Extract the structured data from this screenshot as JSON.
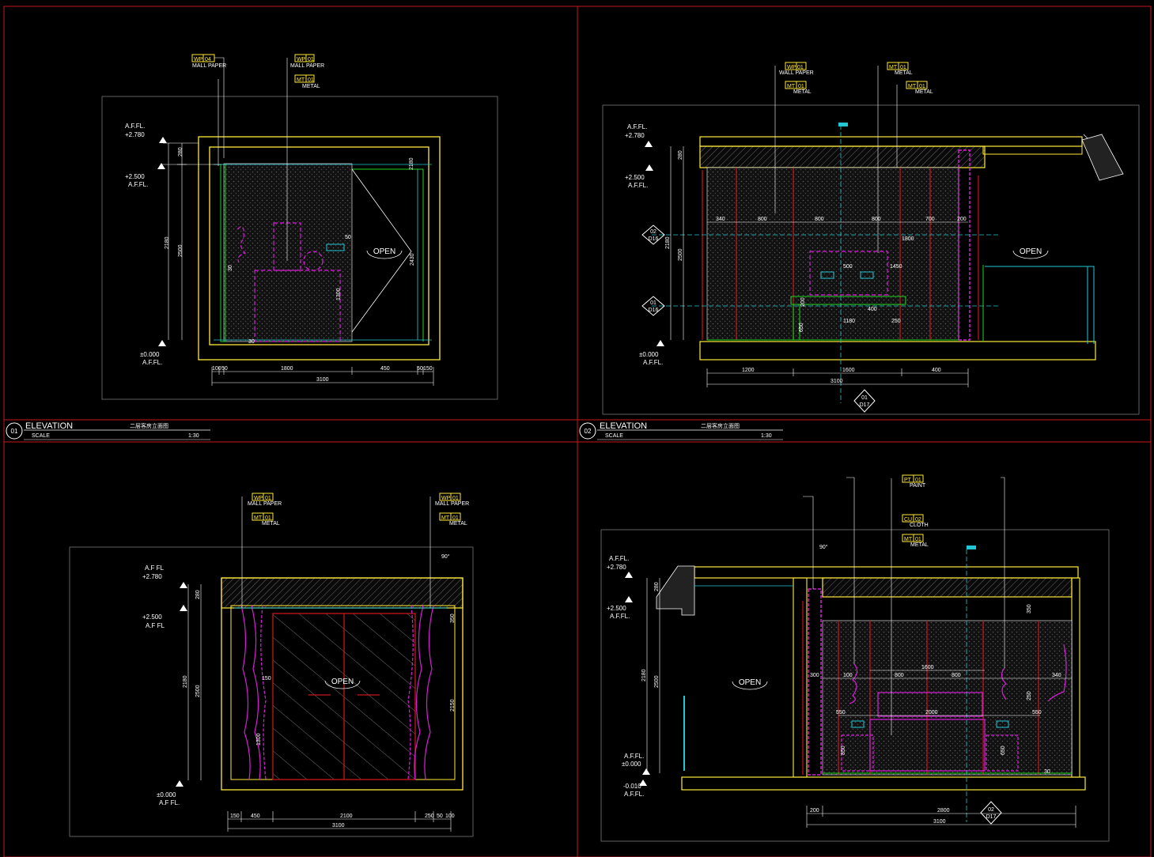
{
  "sheet": {
    "frame_color": "#c8161d",
    "wall_color": "#ffea3a",
    "finish_color": "#d81fd8",
    "guide_color": "#22c7d6",
    "dim_color": "#ffffff",
    "panel_color": "#1bd61b"
  },
  "titles": [
    {
      "number": "01",
      "word": "ELEVATION",
      "name": "二层客房立面图",
      "scale_label": "SCALE",
      "scale": "1:30"
    },
    {
      "number": "02",
      "word": "ELEVATION",
      "name": "二层客房立面图",
      "scale_label": "SCALE",
      "scale": "1:30"
    }
  ],
  "levels": {
    "ceiling": {
      "code": "A.F.FL.",
      "value": "+2.780"
    },
    "ceiling_alt": {
      "code": "A.F FL",
      "value": "+2.780"
    },
    "soffit": {
      "value": "+2.500",
      "code": "A.F.FL."
    },
    "soffit_alt": {
      "value": "+2.500",
      "code": "A.F FL"
    },
    "floor": {
      "value": "±0.000",
      "code": "A.F.FL."
    },
    "floor_alt": {
      "value": "±0.000",
      "code": "A.F FL."
    },
    "floor_minus": {
      "value": "-0.010",
      "code": "A.F.FL."
    }
  },
  "tags": {
    "wp04": {
      "code": "WP",
      "num": "04",
      "text": "MALL PAPER"
    },
    "wp01": {
      "code": "WP",
      "num": "01",
      "text": "MALL PAPER"
    },
    "wp01b": {
      "code": "WP",
      "num": "01",
      "text": "WALL PAPER"
    },
    "wp01c": {
      "code": "WP",
      "num": "01",
      "text": "MALL PAPER"
    },
    "mt01": {
      "code": "MT",
      "num": "01",
      "text": "METAL"
    },
    "pt01": {
      "code": "PT",
      "num": "01",
      "text": "PAINT"
    },
    "cu02": {
      "code": "CU",
      "num": "02",
      "text": "CLOTH"
    }
  },
  "annotations": {
    "open_label": "OPEN",
    "angle": "90°"
  },
  "dims": {
    "e1_bottom": [
      "100",
      "50",
      "1800",
      "450",
      "50",
      "150"
    ],
    "e1_total": "3100",
    "e1_left": [
      "280",
      "2500",
      "2180"
    ],
    "e1_inner": [
      "50",
      "1300",
      "2430",
      "2180",
      "30",
      "30"
    ],
    "e2_top": [
      "340",
      "800",
      "800",
      "800",
      "700",
      "200"
    ],
    "e2_mid": [
      "1800",
      "500",
      "1450",
      "200",
      "1180",
      "250",
      "400",
      "650"
    ],
    "e2_bottom": [
      "1200",
      "1600",
      "400"
    ],
    "e2_total": "3100",
    "e2_left": [
      "280",
      "2500",
      "2180"
    ],
    "e3_bottom": [
      "150",
      "450",
      "2100",
      "250",
      "50",
      "100"
    ],
    "e3_total": "3100",
    "e3_left": [
      "280",
      "2500",
      "2180"
    ],
    "e3_right": [
      "350",
      "2150",
      "1300",
      "150"
    ],
    "e4_mid": [
      "300",
      "100",
      "800",
      "1600",
      "800",
      "340"
    ],
    "e4_lower": [
      "550",
      "2000",
      "550",
      "850",
      "650"
    ],
    "e4_right": [
      "350",
      "250",
      "30"
    ],
    "e4_bottom": [
      "200",
      "2800"
    ],
    "e4_total": "3100",
    "e4_left": [
      "280",
      "2500",
      "2180"
    ],
    "sec1": {
      "top": "01",
      "bot": "D16"
    },
    "sec2": {
      "top": "02",
      "bot": "D16"
    },
    "sec3": {
      "top": "01",
      "bot": "D17"
    },
    "sec4": {
      "top": "02",
      "bot": "D17"
    }
  }
}
